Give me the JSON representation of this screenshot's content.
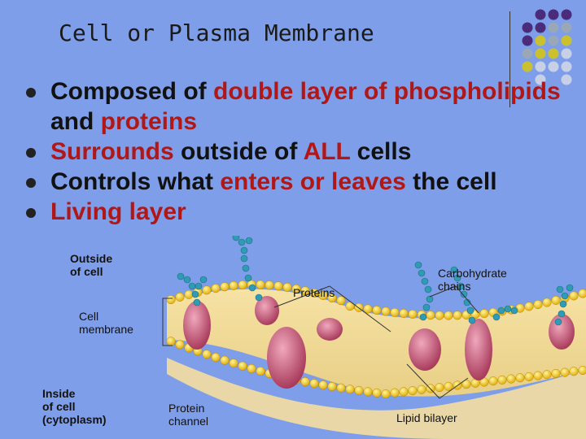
{
  "title": "Cell or Plasma Membrane",
  "bullets": [
    {
      "parts": [
        {
          "text": "Composed of ",
          "red": false
        },
        {
          "text": "double layer of",
          "red": true
        },
        {
          "text": " ",
          "red": false
        },
        {
          "text": "phospholipids",
          "red": true
        },
        {
          "text": " and ",
          "red": false
        },
        {
          "text": "proteins",
          "red": true
        }
      ]
    },
    {
      "parts": [
        {
          "text": "Surrounds",
          "red": true
        },
        {
          "text": " outside of ",
          "red": false
        },
        {
          "text": "ALL",
          "red": true
        },
        {
          "text": " cells",
          "red": false
        }
      ]
    },
    {
      "parts": [
        {
          "text": "Controls what ",
          "red": false
        },
        {
          "text": "enters or leaves",
          "red": true
        },
        {
          "text": " the cell",
          "red": false
        }
      ]
    },
    {
      "parts": [
        {
          "text": "Living layer",
          "red": true
        }
      ]
    }
  ],
  "diagram": {
    "outside_label": [
      "Outside",
      "of cell"
    ],
    "proteins_label": "Proteins",
    "carbohydrate_label": [
      "Carbohydrate",
      "chains"
    ],
    "cell_membrane_label": [
      "Cell",
      "membrane"
    ],
    "inside_label": [
      "Inside",
      "of cell",
      "(cytoplasm)"
    ],
    "protein_channel_label": [
      "Protein",
      "channel"
    ],
    "lipid_bilayer_label": "Lipid bilayer"
  },
  "colors": {
    "background": "#7f9ee9",
    "accent_red": "#b01818",
    "dot_purple": "#4a2c7a",
    "dot_gray": "#9aa7b8",
    "dot_yellow": "#c9c22e",
    "dot_light": "#c8d0e8"
  }
}
